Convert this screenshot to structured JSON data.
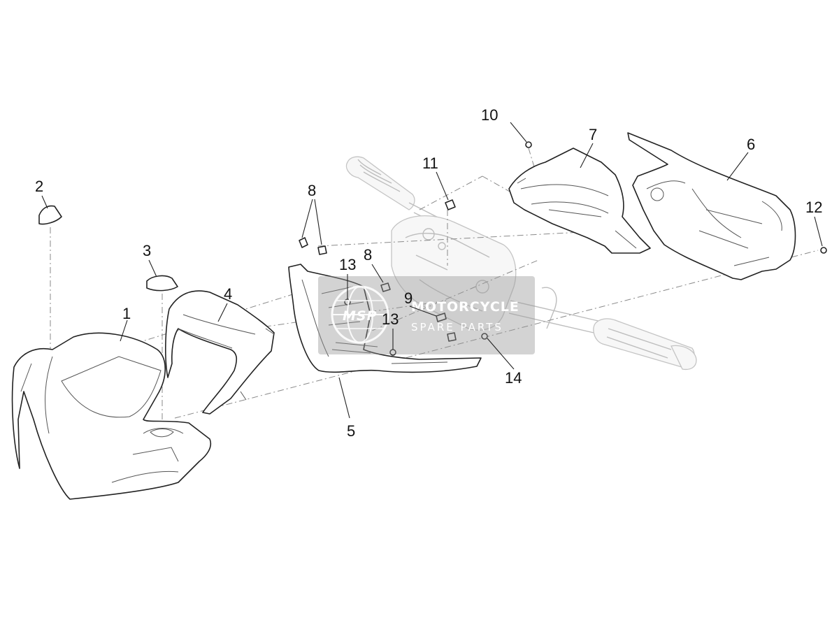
{
  "diagram": {
    "callouts": [
      "1",
      "2",
      "3",
      "4",
      "5",
      "6",
      "7",
      "8",
      "8",
      "9",
      "10",
      "11",
      "12",
      "13",
      "13",
      "14"
    ]
  },
  "watermark": {
    "line1": "MOTORCYCLE",
    "line2": "SPARE PARTS",
    "logo_text": "MSP",
    "accent": "#e8702a"
  }
}
